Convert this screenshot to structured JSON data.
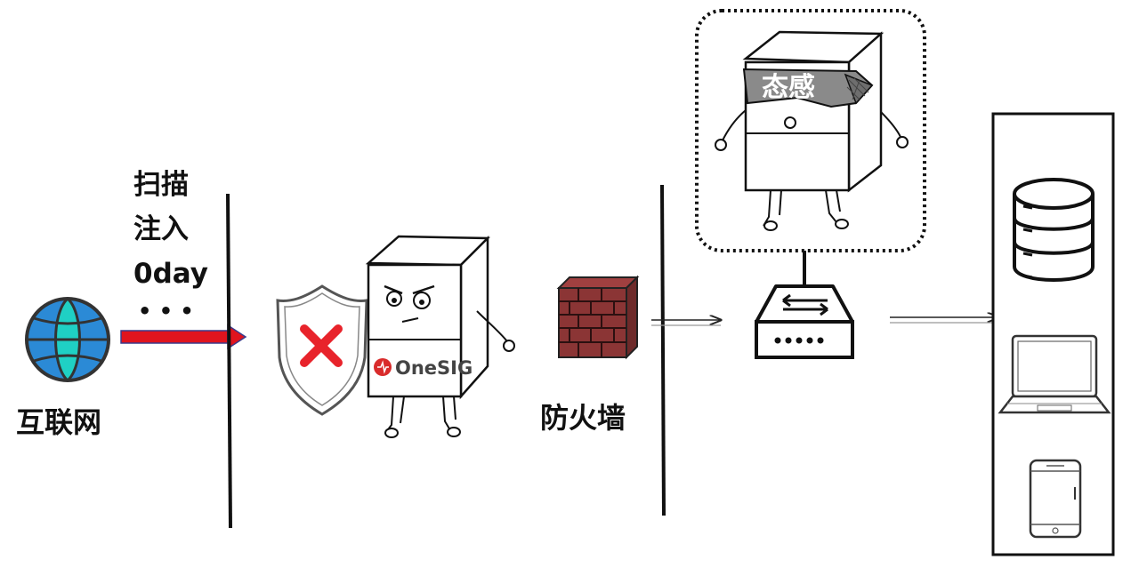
{
  "labels": {
    "internet": "互联网",
    "attack_lines": [
      "扫描",
      "注入",
      "0day",
      "• • •"
    ],
    "firewall": "防火墙",
    "situational_awareness": "态感",
    "onesig_logo": "OneSIG"
  },
  "icons": [
    "globe-icon",
    "red-arrow",
    "shield-icon",
    "red-x-icon",
    "onesig-robot",
    "brick-firewall-icon",
    "situational-awareness-robot",
    "network-switch-icon",
    "database-icon",
    "laptop-icon",
    "smartphone-icon"
  ],
  "colors": {
    "arrow": "#e0141e",
    "x_mark": "#e8232b",
    "globe": "#2b8ad6",
    "globe_accent": "#1fd0c4",
    "brick": "#8b3535",
    "onesig_red": "#d92b2b",
    "visor": "#8a8a8a"
  }
}
